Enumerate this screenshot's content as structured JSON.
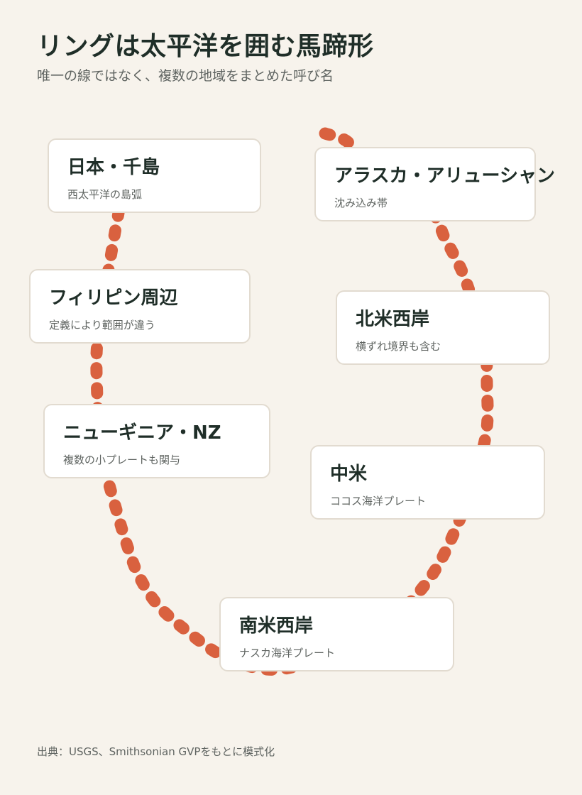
{
  "header": {
    "title": "リングは太平洋を囲む馬蹄形",
    "subtitle": "唯一の線ではなく、複数の地域をまとめた呼び名"
  },
  "ring": {
    "color": "#d9613f"
  },
  "regions": [
    {
      "name": "日本・千島",
      "desc": "西太平洋の島弧"
    },
    {
      "name": "フィリピン周辺",
      "desc": "定義により範囲が違う"
    },
    {
      "name": "ニューギニア・NZ",
      "desc": "複数の小プレートも関与"
    },
    {
      "name": "南米西岸",
      "desc": "ナスカ海洋プレート"
    },
    {
      "name": "中米",
      "desc": "ココス海洋プレート"
    },
    {
      "name": "北米西岸",
      "desc": "横ずれ境界も含む"
    },
    {
      "name": "アラスカ・アリューシャン",
      "desc": "沈み込み帯"
    }
  ],
  "footer": {
    "source": "出典：USGS、Smithsonian GVPをもとに模式化"
  }
}
